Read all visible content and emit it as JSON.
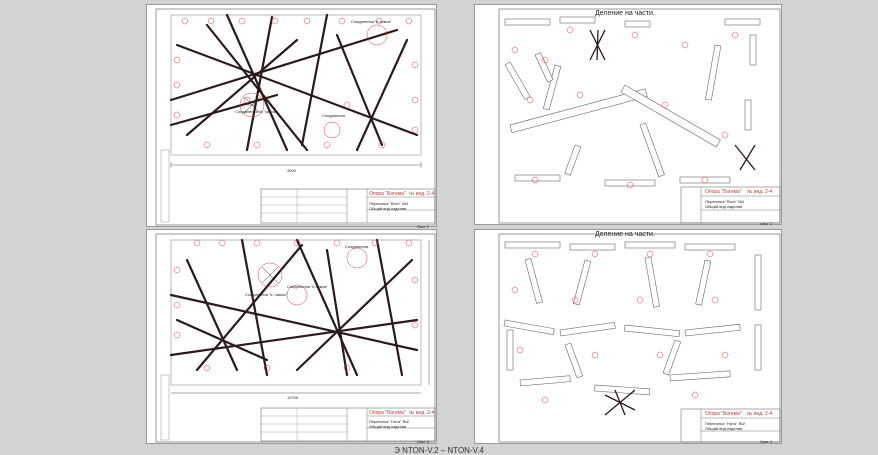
{
  "sheets": [
    {
      "id": "sheet-1",
      "type": "assembly",
      "stamp": {
        "title": "Опора \"Богема\"",
        "code": "№ инд. 2-4",
        "desc": "Перегонка \"Вогн\" №1",
        "sub": "Общий вид изделия"
      },
      "note1": "Соединения \"в \"замок\"",
      "note2": "Соединения \"в замок\"",
      "note3": "Соединения",
      "dimension": "4000",
      "page_num": "Лист 1"
    },
    {
      "id": "sheet-2",
      "type": "parts",
      "title": "Деление на части.",
      "stamp": {
        "title": "Опора \"Богема\"",
        "code": "№ инд. 2-4",
        "desc": "Перегонка \"Вогн\" №1",
        "sub": "Общий вид изделия"
      },
      "page_num": "Лист 2"
    },
    {
      "id": "sheet-3",
      "type": "assembly",
      "stamp": {
        "title": "Опора \"Богема\"",
        "code": "№ инд. 2-4",
        "desc": "Перегонка \"Нота\" №2",
        "sub": "Общий вид изделия"
      },
      "note1": "Соединения \"в \"замок\"",
      "note2": "Соединения \"в замок\"",
      "note3": "Соединения",
      "dimension": "10700",
      "page_num": "Лист 3"
    },
    {
      "id": "sheet-4",
      "type": "parts",
      "title": "Деление на части.",
      "stamp": {
        "title": "Опора \"Богема\"",
        "code": "№ инд. 2-4",
        "desc": "Перегонка \"Нота\" №2",
        "sub": "Общий вид изделия"
      },
      "page_num": "Лист 4"
    }
  ],
  "caption": "Э                         NTON-V.2 – NTON-V.4"
}
